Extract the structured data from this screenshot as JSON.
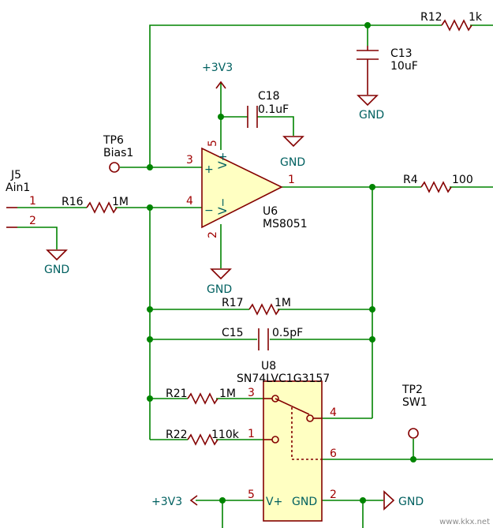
{
  "components": {
    "r12": {
      "ref": "R12",
      "value": "1k"
    },
    "c13": {
      "ref": "C13",
      "value": "10uF"
    },
    "c18": {
      "ref": "C18",
      "value": "0.1uF"
    },
    "tp6": {
      "ref": "TP6",
      "value": "Bias1"
    },
    "j5": {
      "ref": "J5",
      "value": "Ain1"
    },
    "r16": {
      "ref": "R16",
      "value": "1M"
    },
    "u6": {
      "ref": "U6",
      "value": "MS8051"
    },
    "r4": {
      "ref": "R4",
      "value": "100"
    },
    "r17": {
      "ref": "R17",
      "value": "1M"
    },
    "c15": {
      "ref": "C15",
      "value": "0.5pF"
    },
    "u8": {
      "ref": "U8",
      "value": "SN74LVC1G3157"
    },
    "r21": {
      "ref": "R21",
      "value": "1M"
    },
    "r22": {
      "ref": "R22",
      "value": "110k"
    },
    "tp2": {
      "ref": "TP2",
      "value": "SW1"
    }
  },
  "power": {
    "vcc_top": "+3V3",
    "vcc_bottom": "+3V3",
    "gnd_c13": "GND",
    "gnd_c18": "GND",
    "gnd_j5": "GND",
    "gnd_u6": "GND",
    "gnd_u8": "GND"
  },
  "pins": {
    "u6_plus": "3",
    "u6_minus": "4",
    "u6_out": "1",
    "u6_vp": "5",
    "u6_vm": "2",
    "u6_plus_sym": "+",
    "u6_minus_sym": "−",
    "u6_vp_name": "V+",
    "u6_vm_name": "V−",
    "j5_1": "1",
    "j5_2": "2",
    "u8_3": "3",
    "u8_1": "1",
    "u8_4": "4",
    "u8_6": "6",
    "u8_5": "5",
    "u8_2": "2",
    "u8_vplus": "V+",
    "u8_gnd": "GND"
  },
  "watermark": "www.kkx.net",
  "colors": {
    "wire": "#008400",
    "component": "#840000",
    "fill": "#ffffc2",
    "power_text": "#006060",
    "pin_number": "#a00000"
  }
}
